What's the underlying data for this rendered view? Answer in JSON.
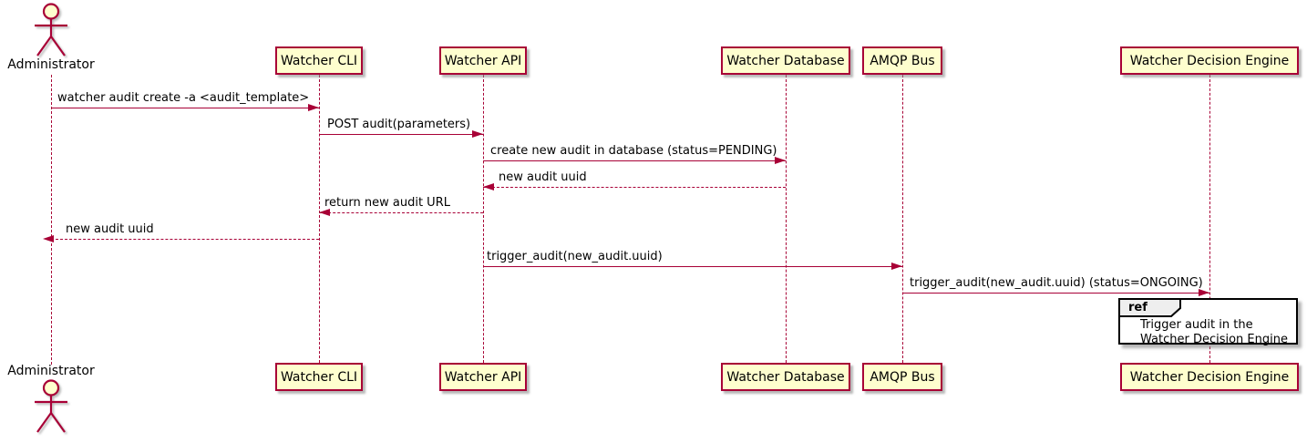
{
  "colors": {
    "accent": "#A80036",
    "participant_fill": "#FEFECE",
    "background": "#FFFFFF",
    "text": "#000000",
    "ref_border": "#000000",
    "ref_header_fill": "#EEEEEE"
  },
  "actor": {
    "name": "Administrator"
  },
  "participants": [
    {
      "label": "Watcher CLI"
    },
    {
      "label": "Watcher API"
    },
    {
      "label": "Watcher Database"
    },
    {
      "label": "AMQP Bus"
    },
    {
      "label": "Watcher Decision Engine"
    }
  ],
  "messages": [
    {
      "from": "Administrator",
      "to": "Watcher CLI",
      "label": "watcher audit create -a <audit_template>",
      "style": "solid"
    },
    {
      "from": "Watcher CLI",
      "to": "Watcher API",
      "label": "POST audit(parameters)",
      "style": "solid"
    },
    {
      "from": "Watcher API",
      "to": "Watcher Database",
      "label": "create new audit in database (status=PENDING)",
      "style": "solid"
    },
    {
      "from": "Watcher Database",
      "to": "Watcher API",
      "label": "new audit uuid",
      "style": "dashed"
    },
    {
      "from": "Watcher API",
      "to": "Watcher CLI",
      "label": "return new audit URL",
      "style": "dashed"
    },
    {
      "from": "Watcher CLI",
      "to": "Administrator",
      "label": "new audit uuid",
      "style": "dashed"
    },
    {
      "from": "Watcher API",
      "to": "AMQP Bus",
      "label": "trigger_audit(new_audit.uuid)",
      "style": "solid"
    },
    {
      "from": "AMQP Bus",
      "to": "Watcher Decision Engine",
      "label": "trigger_audit(new_audit.uuid) (status=ONGOING)",
      "style": "solid"
    }
  ],
  "ref": {
    "keyword": "ref",
    "line1": "Trigger audit in the",
    "line2": "Watcher Decision Engine"
  }
}
